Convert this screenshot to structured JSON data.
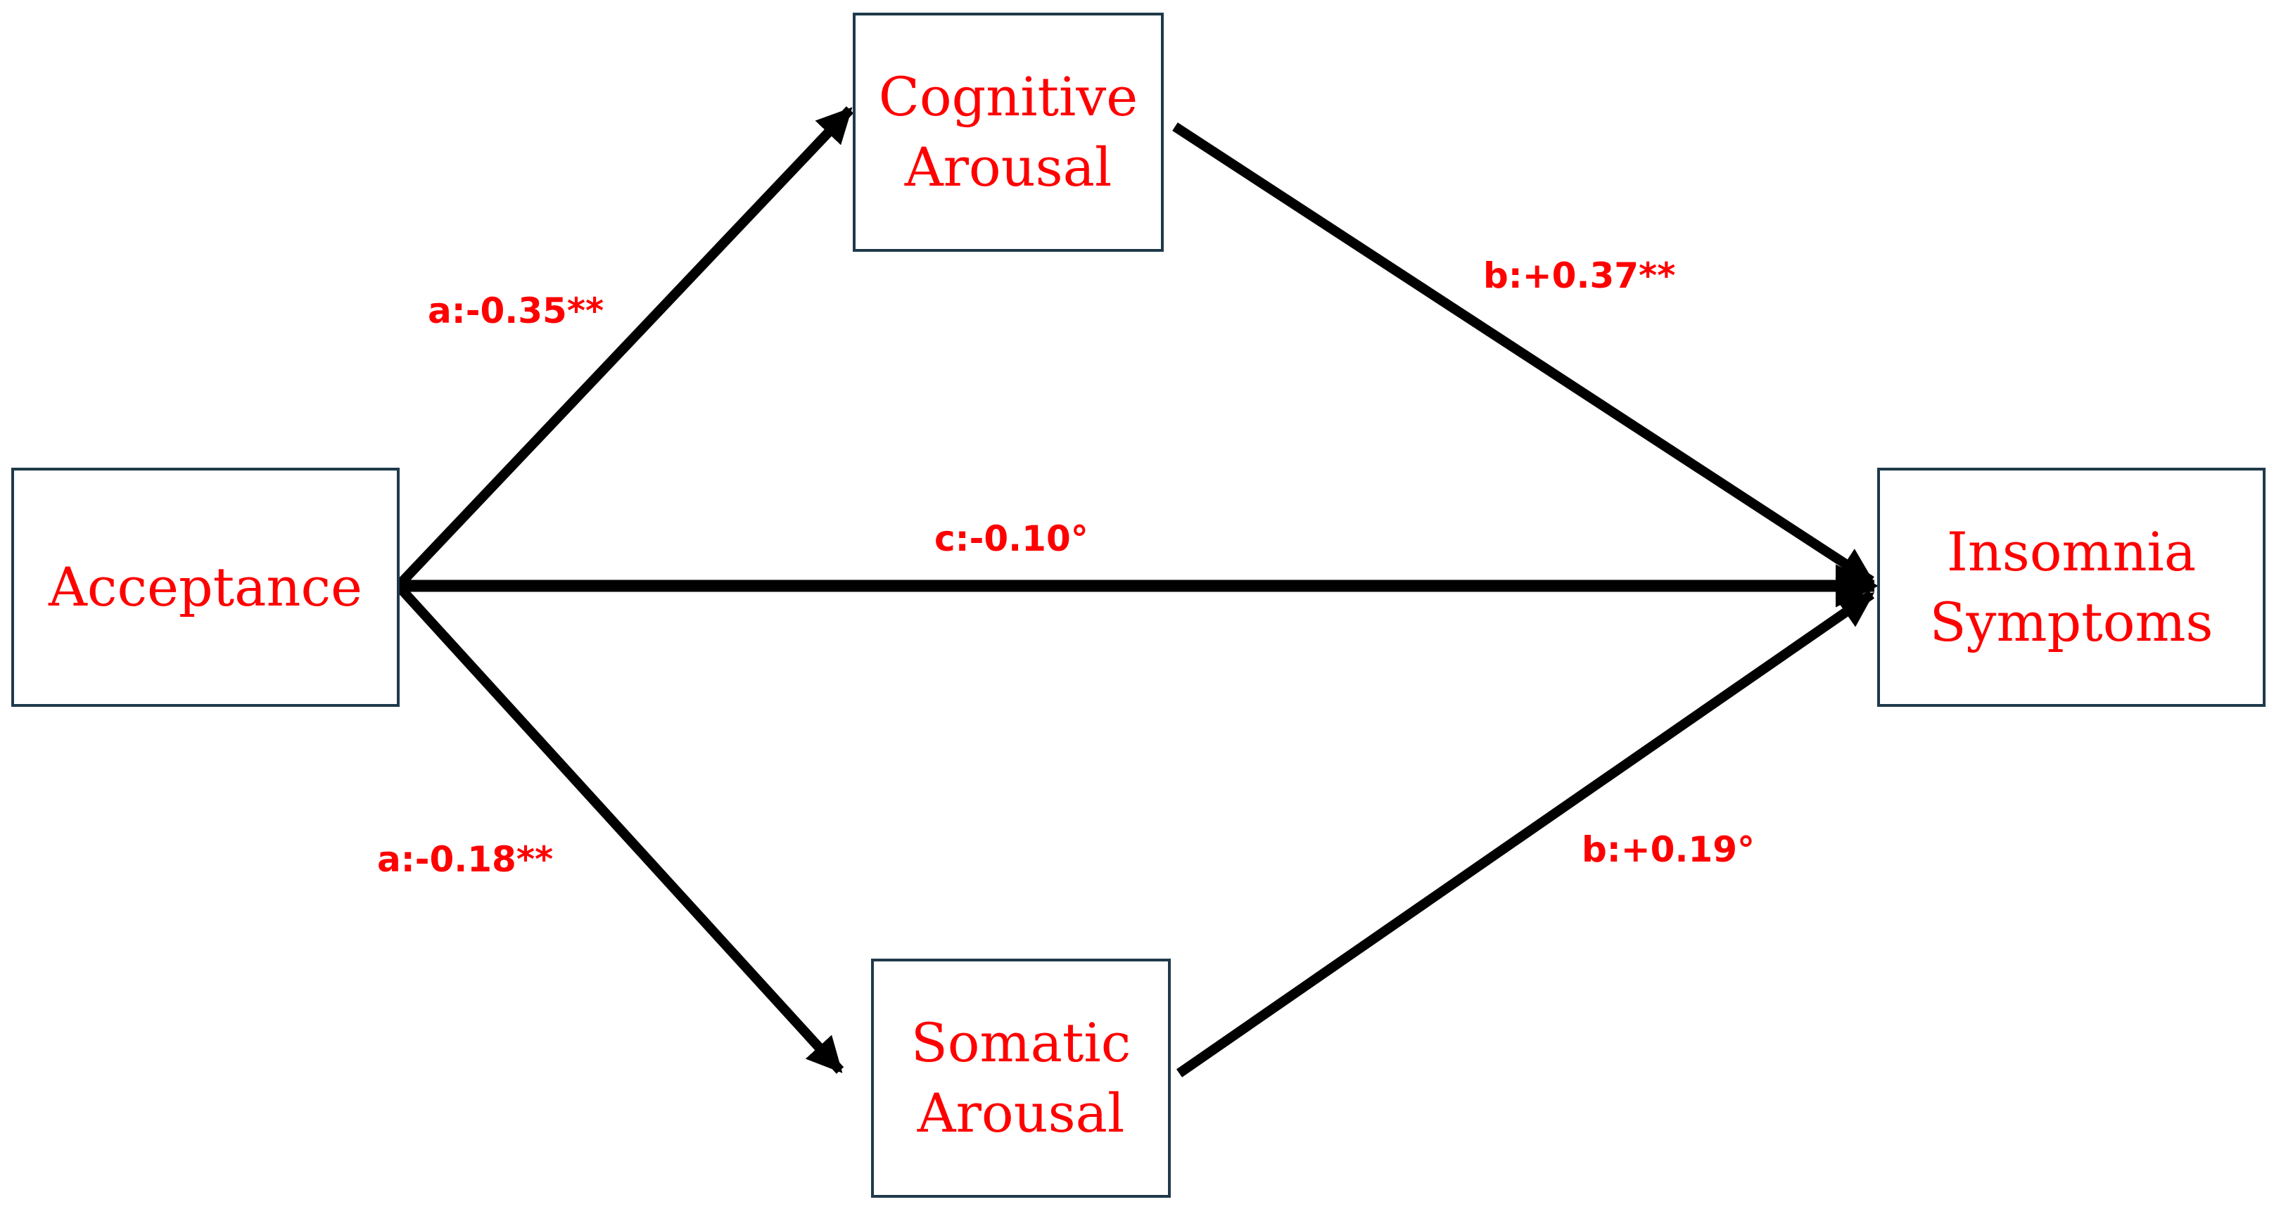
{
  "diagram": {
    "nodes": {
      "cognitive": "Cognitive\nArousal",
      "acceptance": "Acceptance",
      "insomnia": "Insomnia\nSymptoms",
      "somatic": "Somatic\nArousal"
    },
    "paths": {
      "a_cognitive": "a:-0.35**",
      "b_cognitive": "b:+0.37**",
      "c_direct": "c:-0.10°",
      "a_somatic": "a:-0.18**",
      "b_somatic": "b:+0.19°"
    },
    "colors": {
      "text": "#ff0000",
      "arrow": "#000000",
      "box_border": "#1f3a4a"
    }
  }
}
